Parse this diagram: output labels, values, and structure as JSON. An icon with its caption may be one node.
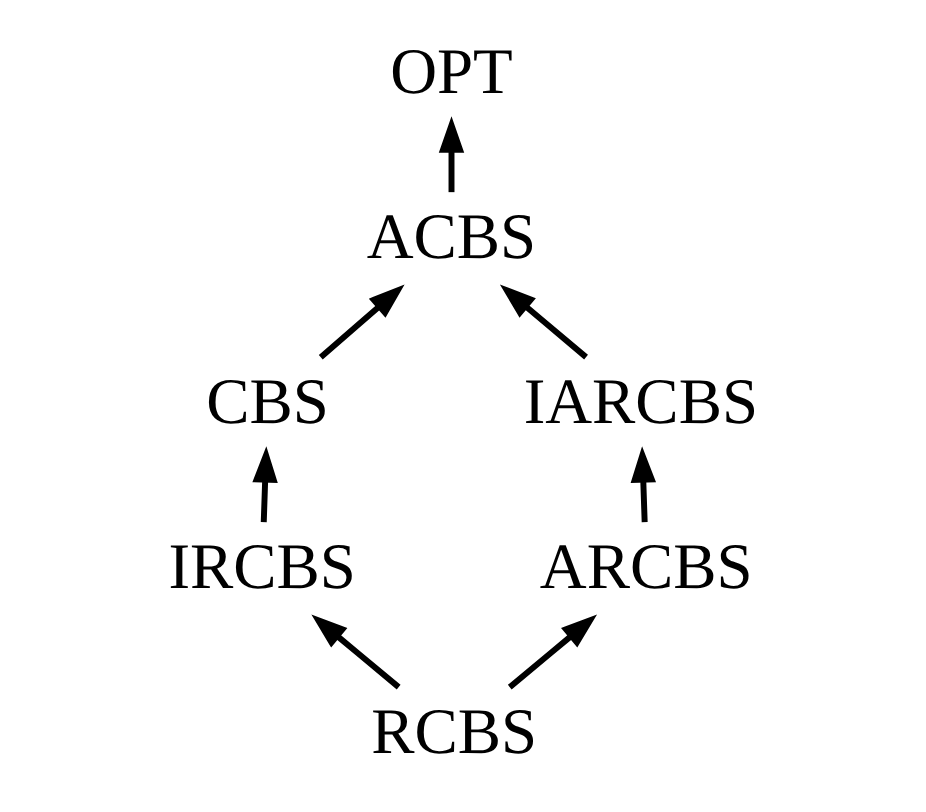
{
  "diagram": {
    "nodes": [
      {
        "text": [
          "OPT"
        ]
      },
      {
        "text": [
          "ACBS"
        ]
      },
      {
        "text": [
          "CBS"
        ]
      },
      {
        "text": [
          "IARCBS"
        ]
      },
      {
        "text": [
          "IRCBS"
        ]
      },
      {
        "text": [
          "ARCBS"
        ]
      },
      {
        "text": [
          "RCBS"
        ]
      }
    ],
    "edges": [
      {
        "from": 1,
        "to": 0,
        "arrow": "to"
      },
      {
        "from": 2,
        "to": 1,
        "arrow": "to"
      },
      {
        "from": 3,
        "to": 1,
        "arrow": "to"
      },
      {
        "from": 4,
        "to": 2,
        "arrow": "to"
      },
      {
        "from": 5,
        "to": 3,
        "arrow": "to"
      },
      {
        "from": 6,
        "to": 4,
        "arrow": "to"
      },
      {
        "from": 6,
        "to": 5,
        "arrow": "to"
      }
    ]
  }
}
